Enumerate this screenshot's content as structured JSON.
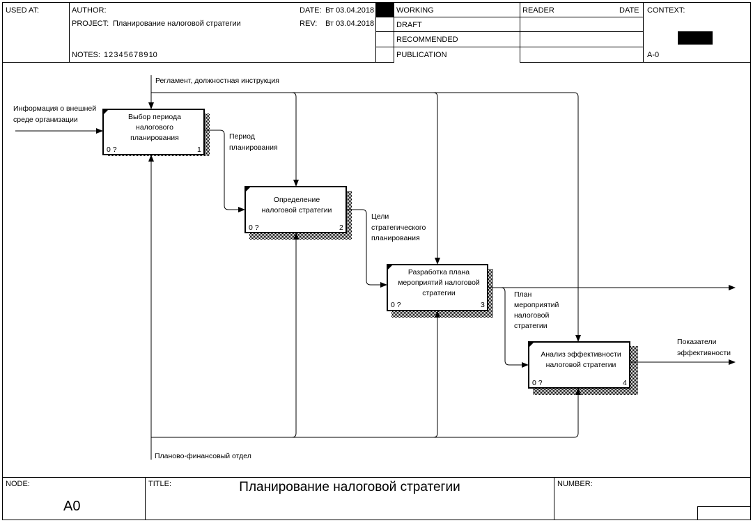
{
  "header": {
    "used_at_label": "USED AT:",
    "author_label": "AUTHOR:",
    "project_label": "PROJECT:",
    "project_value": "Планирование налоговой стратегии",
    "date_label": "DATE:",
    "date_value": "Вт 03.04.2018",
    "rev_label": "REV:",
    "rev_value": "Вт 03.04.2018",
    "notes_label": "NOTES:",
    "notes_value": "1  2  3  4  5  6  7  8  9  10",
    "status": [
      "WORKING",
      "DRAFT",
      "RECOMMENDED",
      "PUBLICATION"
    ],
    "reader_label": "READER",
    "reader_date_label": "DATE",
    "context_label": "CONTEXT:",
    "context_value": "A-0"
  },
  "diagram": {
    "boxes": [
      {
        "title_lines": [
          "Выбор периода",
          "налогового",
          "планирования"
        ],
        "cost": "0 ?",
        "number": "1"
      },
      {
        "title_lines": [
          "Определение",
          "налоговой стратегии"
        ],
        "cost": "0 ?",
        "number": "2"
      },
      {
        "title_lines": [
          "Разработка плана",
          "мероприятий налоговой",
          "стратегии"
        ],
        "cost": "0 ?",
        "number": "3"
      },
      {
        "title_lines": [
          "Анализ эффективности",
          "налоговой стратегии"
        ],
        "cost": "0 ?",
        "number": "4"
      }
    ],
    "arrows": {
      "input_info": [
        "Информация о внешней",
        "среде организации"
      ],
      "control_regulation": "Регламент, должностная инструкция",
      "mechanism_dept": "Планово-финансовый отдел",
      "period": [
        "Период",
        "планирования"
      ],
      "goals": [
        "Цели",
        "стратегического",
        "планирования"
      ],
      "plan": [
        "План",
        "мероприятий",
        "налоговой",
        "стратегии"
      ],
      "indicators": [
        "Показатели",
        "эффективности"
      ]
    }
  },
  "footer": {
    "node_label": "NODE:",
    "node_value": "A0",
    "title_label": "TITLE:",
    "title_value": "Планирование  налоговой стратегии",
    "number_label": "NUMBER:"
  }
}
